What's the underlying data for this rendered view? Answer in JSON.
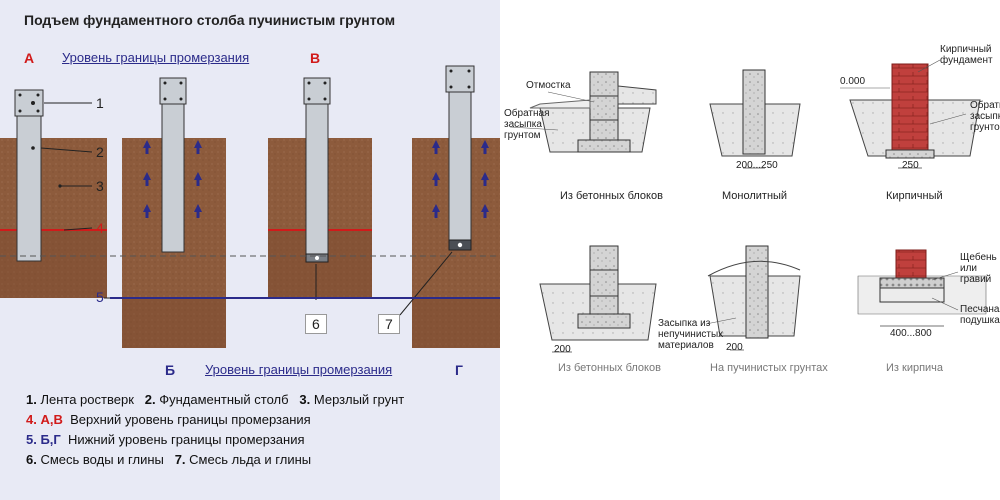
{
  "left": {
    "title": "Подъем фундаментного столба пучинистым грунтом",
    "letters": {
      "A": "А",
      "B": "Б",
      "V": "В",
      "G": "Г"
    },
    "top_level_label": "Уровень границы промерзания",
    "bottom_level_label": "Уровень границы промерзания",
    "numbers": {
      "n1": "1",
      "n2": "2",
      "n3": "3",
      "n4": "4",
      "n5": "5",
      "n6": "6",
      "n7": "7"
    },
    "legend": {
      "l1_n1": "1.",
      "l1_t1": "Лента ростверк",
      "l1_n2": "2.",
      "l1_t2": "Фундаментный столб",
      "l1_n3": "3.",
      "l1_t3": "Мерзлый грунт",
      "l2_n": "4. А,В",
      "l2_t": "Верхний уровень границы промерзания",
      "l3_n": "5. Б,Г",
      "l3_t": "Нижний уровень границы промерзания",
      "l4_n1": "6.",
      "l4_t1": "Смесь воды и глины",
      "l4_n2": "7.",
      "l4_t2": "Смесь льда и глины"
    },
    "colors": {
      "soil": "#8a5a3c",
      "soil_dark": "#7a4a2e",
      "pile": "#c7cdd3",
      "red_line": "#d11a1a",
      "blue_line": "#2b2b8a"
    }
  },
  "right": {
    "captions": {
      "c1": "Из бетонных блоков",
      "c2": "Монолитный",
      "c3": "Кирпичный",
      "c4": "Из бетонных блоков",
      "c5": "На пучинистых грунтах",
      "c6": "Из кирпича"
    },
    "annotations": {
      "otmostka": "Отмостка",
      "obr1a": "Обратная",
      "obr1b": "засыпка",
      "obr1c": "грунтом",
      "dim_200_250": "200...250",
      "zero": "0.000",
      "kirp1": "Кирпичный",
      "kirp2": "фундамент",
      "obr2a": "Обратная",
      "obr2b": "засыпка",
      "obr2c": "грунтом",
      "dim_250": "250",
      "dim_200a": "200",
      "zasyp1": "Засыпка из",
      "zasyp2": "непучинистых",
      "zasyp3": "материалов",
      "dim_200b": "200",
      "shch1": "Щебень",
      "shch2": "или",
      "shch3": "гравий",
      "dim_400_800": "400...800",
      "pes1": "Песчаная",
      "pes2": "подушка"
    }
  }
}
